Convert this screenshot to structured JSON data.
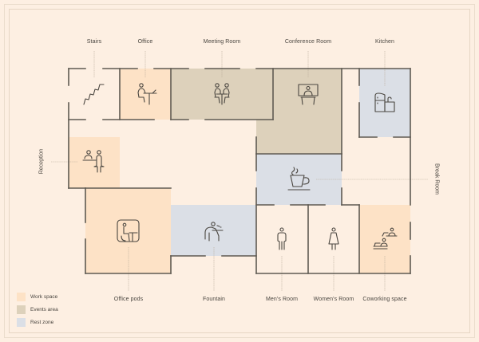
{
  "colors": {
    "background": "#fdefe2",
    "wall": "#5f5a52",
    "work_space": "#fde2c6",
    "events_area": "#ddd1bb",
    "rest_zone": "#dbdfe6",
    "label_text": "#4a4640",
    "leader_line": "#b9ab9a"
  },
  "rooms": {
    "stairs": "Stairs",
    "office": "Office",
    "meeting_room": "Meeting Room",
    "conference_room": "Conference Room",
    "kitchen": "Kitchen",
    "reception": "Reception",
    "break_room": "Break Room",
    "office_pods": "Office pods",
    "fountain": "Fountain",
    "mens_room": "Men's Room",
    "womens_room": "Women's Room",
    "coworking_space": "Coworking space"
  },
  "legend": [
    {
      "label": "Work space",
      "color": "#fde2c6"
    },
    {
      "label": "Events area",
      "color": "#ddd1bb"
    },
    {
      "label": "Rest zone",
      "color": "#dbdfe6"
    }
  ]
}
